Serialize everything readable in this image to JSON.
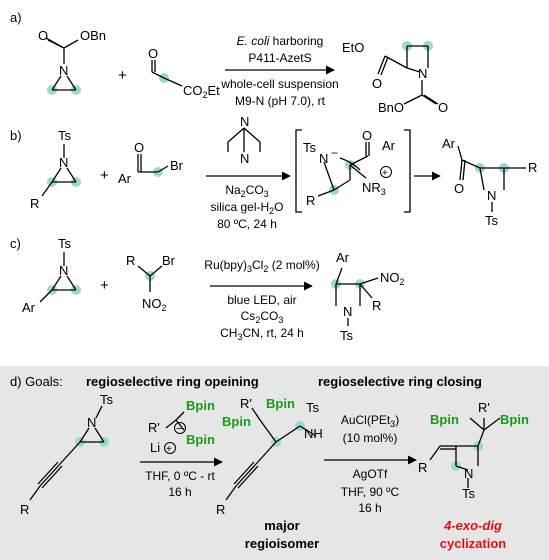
{
  "colors": {
    "bond": "#000000",
    "atom_highlight": "#9ad8d2",
    "boron": "#1a9a1a",
    "cyclization_red": "#e01010",
    "goals_panel": "#e6e6e6"
  },
  "panel_a": {
    "label": "a)",
    "obn": "OBn",
    "n": "N",
    "plus": "+",
    "o_carbonyl": "O",
    "co2et": "CO",
    "co2et_sub": "2",
    "co2et_tail": "Et",
    "cond_line1_italic": "E. coli",
    "cond_line1_rest": " harboring",
    "cond_line2": "P411-AzetS",
    "cond_line3": "whole-cell suspension",
    "cond_line4": "M9-N (pH 7.0), rt",
    "prod_eto": "EtO",
    "prod_o": "O",
    "prod_n": "N",
    "prod_bno": "BnO",
    "prod_o2": "O"
  },
  "panel_b": {
    "label": "b)",
    "ts": "Ts",
    "n": "N",
    "r": "R",
    "plus": "+",
    "o": "O",
    "ar": "Ar",
    "br": "Br",
    "dabco_n1": "N",
    "dabco_n2": "N",
    "cond_line1": "Na",
    "cond_line1_sub": "2",
    "cond_line1_tail": "CO",
    "cond_line1_sub2": "3",
    "cond_line2": "silica gel-H",
    "cond_line2_sub": "2",
    "cond_line2_tail": "O",
    "cond_line3": "80 ºC, 24 h",
    "int_ts": "Ts",
    "int_n": "N",
    "int_minus": "−",
    "int_o": "O",
    "int_ar": "Ar",
    "int_r": "R",
    "int_nr3": "NR",
    "int_nr3_sub": "3",
    "int_plus": "+",
    "prod_ar": "Ar",
    "prod_o": "O",
    "prod_r": "R",
    "prod_n": "N",
    "prod_ts": "Ts"
  },
  "panel_c": {
    "label": "c)",
    "ts": "Ts",
    "n": "N",
    "ar": "Ar",
    "plus": "+",
    "r": "R",
    "br": "Br",
    "no2": "NO",
    "no2_sub": "2",
    "cond_line1": "Ru(bpy)",
    "cond_line1_sub": "3",
    "cond_line1_tail": "Cl",
    "cond_line1_sub2": "2",
    "cond_line1_end": " (2 mol%)",
    "cond_line2": "blue LED, air",
    "cond_line3": "Cs",
    "cond_line3_sub": "2",
    "cond_line3_tail": "CO",
    "cond_line3_sub2": "3",
    "cond_line4": "CH",
    "cond_line4_sub": "3",
    "cond_line4_tail": "CN, rt, 24 h",
    "prod_ar": "Ar",
    "prod_no2": "NO",
    "prod_no2_sub": "2",
    "prod_r": "R",
    "prod_n": "N",
    "prod_ts": "Ts"
  },
  "panel_d": {
    "label": "d) Goals:",
    "heading_left": "regioselective ring opeining",
    "heading_right": "regioselective ring closing",
    "ts": "Ts",
    "n": "N",
    "r": "R",
    "reagent_r": "R'",
    "reagent_bpin_top": "Bpin",
    "reagent_bpin_bot": "Bpin",
    "reagent_minus": "−",
    "reagent_li": "Li",
    "reagent_plus": "+",
    "cond1_line1": "THF, 0 ºC - rt",
    "cond1_line2": "16 h",
    "int_r": "R'",
    "int_bpin_top": "Bpin",
    "int_bpin_left": "Bpin",
    "int_ts": "Ts",
    "int_nh": "NH",
    "int_r_bottom": "R",
    "major_line1": "major",
    "major_line2": "regioisomer",
    "cond2_line1": "AuCl(PEt",
    "cond2_line1_sub": "3",
    "cond2_line1_tail": ")",
    "cond2_line2": "(10 mol%)",
    "cond2_line3": "AgOTf",
    "cond2_line4": "THF, 90 ºC",
    "cond2_line5": "16 h",
    "prod_r_prime": "R'",
    "prod_bpin_left": "Bpin",
    "prod_bpin_right": "Bpin",
    "prod_r": "R",
    "prod_n": "N",
    "prod_ts": "Ts",
    "cyc_line1_num": "4-",
    "cyc_line1_italic": "exo-dig",
    "cyc_line2": "cyclization"
  }
}
